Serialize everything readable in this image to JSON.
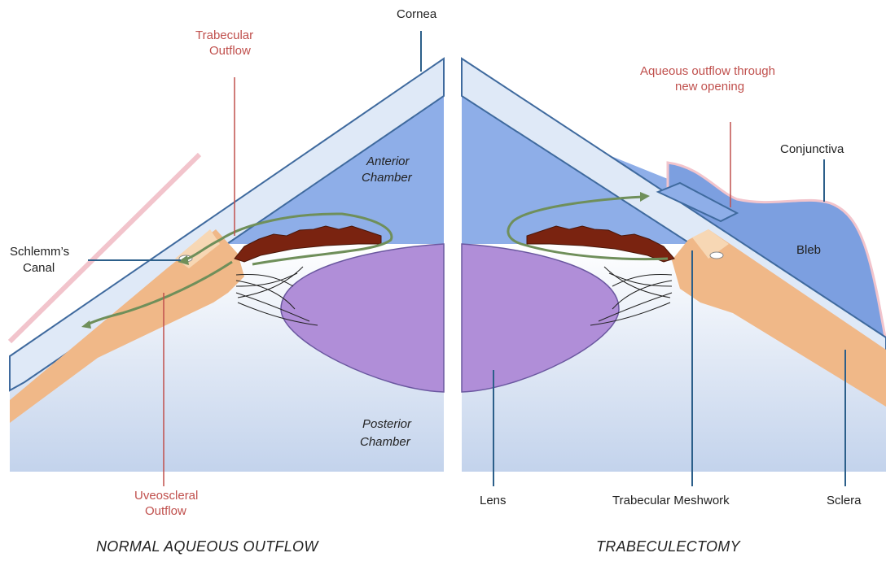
{
  "left_panel": {
    "caption": "NORMAL AQUEOUS OUTFLOW",
    "labels": {
      "cornea": "Cornea",
      "trabecular_outflow_1": "Trabecular",
      "trabecular_outflow_2": "Outflow",
      "anterior_chamber_1": "Anterior",
      "anterior_chamber_2": "Chamber",
      "schlemms_canal_1": "Schlemm’s",
      "schlemms_canal_2": "Canal",
      "posterior_chamber_1": "Posterior",
      "posterior_chamber_2": "Chamber",
      "uveoscleral_outflow_1": "Uveoscleral",
      "uveoscleral_outflow_2": "Outflow"
    }
  },
  "right_panel": {
    "caption": "TRABECULECTOMY",
    "labels": {
      "aqueous_outflow_1": "Aqueous outflow through",
      "aqueous_outflow_2": "new opening",
      "conjunctiva": "Conjunctiva",
      "bleb": "Bleb",
      "lens": "Lens",
      "trabecular_meshwork": "Trabecular Meshwork",
      "sclera": "Sclera"
    }
  },
  "colors": {
    "aqueous_blue": "#8eaee8",
    "cornea_fill": "#dfe9f7",
    "cornea_outline": "#3f6a9e",
    "lens_purple": "#b08ed8",
    "iris_brown": "#7a2310",
    "ciliary_orange": "#f0b888",
    "flow_arrow_green": "#6f8f5a",
    "leader_red": "#c0504d",
    "leader_blue": "#2c5f8a"
  }
}
